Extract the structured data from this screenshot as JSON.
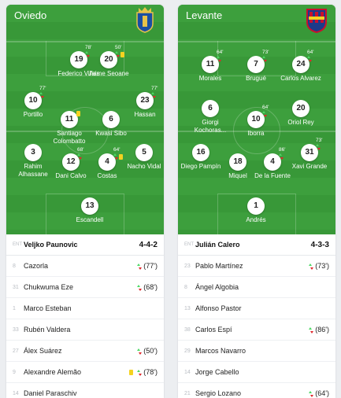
{
  "colors": {
    "pitch": "#3a9c3a",
    "yellow_card": "#f4d220",
    "sub_in": "#4cd964",
    "sub_out": "#e0262b"
  },
  "home": {
    "team": "Oviedo",
    "crest_icon": "oviedo-crest-icon",
    "coach_tag": "ENT",
    "coach": "Veljko Paunovic",
    "formation": "4-4-2",
    "players": [
      {
        "number": "19",
        "name": "Federico Viñas",
        "sub_min": "78'",
        "yellow": false
      },
      {
        "number": "20",
        "name": "Jaime Seoane",
        "sub_min": "50'",
        "yellow": true
      },
      {
        "number": "10",
        "name": "Portillo",
        "sub_min": "77'",
        "yellow": false
      },
      {
        "number": "11",
        "name": "Santiago Colombatto",
        "sub_min": "",
        "yellow": true
      },
      {
        "number": "6",
        "name": "Kwasi Sibo",
        "sub_min": "",
        "yellow": false
      },
      {
        "number": "23",
        "name": "Hassan",
        "sub_min": "77'",
        "yellow": false
      },
      {
        "number": "3",
        "name": "Rahim Alhassane",
        "sub_min": "",
        "yellow": false
      },
      {
        "number": "12",
        "name": "Dani Calvo",
        "sub_min": "68'",
        "yellow": false
      },
      {
        "number": "4",
        "name": "Costas",
        "sub_min": "64'",
        "yellow": true
      },
      {
        "number": "5",
        "name": "Nacho Vidal",
        "sub_min": "",
        "yellow": false
      },
      {
        "number": "13",
        "name": "Escandell",
        "sub_min": "",
        "yellow": false
      }
    ],
    "subs": [
      {
        "number": "8",
        "name": "Cazorla",
        "minute": "(77')",
        "yellow": false
      },
      {
        "number": "31",
        "name": "Chukwuma Eze",
        "minute": "(68')",
        "yellow": false
      },
      {
        "number": "1",
        "name": "Marco Esteban",
        "minute": "",
        "yellow": false
      },
      {
        "number": "33",
        "name": "Rubén Valdera",
        "minute": "",
        "yellow": false
      },
      {
        "number": "27",
        "name": "Álex Suárez",
        "minute": "(50')",
        "yellow": false
      },
      {
        "number": "9",
        "name": "Alexandre Alemão",
        "minute": "(78')",
        "yellow": true
      },
      {
        "number": "14",
        "name": "Daniel Paraschiv",
        "minute": "",
        "yellow": false
      }
    ]
  },
  "away": {
    "team": "Levante",
    "crest_icon": "levante-crest-icon",
    "coach_tag": "ENT",
    "coach": "Julián Calero",
    "formation": "4-3-3",
    "players": [
      {
        "number": "11",
        "name": "Morales",
        "sub_min": "64'",
        "yellow": false
      },
      {
        "number": "7",
        "name": "Brugué",
        "sub_min": "73'",
        "yellow": false
      },
      {
        "number": "24",
        "name": "Carlos Alvarez",
        "sub_min": "64'",
        "yellow": false
      },
      {
        "number": "6",
        "name": "Giorgi Kochoras...",
        "sub_min": "",
        "yellow": false
      },
      {
        "number": "10",
        "name": "Iborra",
        "sub_min": "64'",
        "yellow": false
      },
      {
        "number": "20",
        "name": "Oriol Rey",
        "sub_min": "",
        "yellow": false
      },
      {
        "number": "16",
        "name": "Diego Pampín",
        "sub_min": "",
        "yellow": false
      },
      {
        "number": "18",
        "name": "Miquel",
        "sub_min": "",
        "yellow": false
      },
      {
        "number": "4",
        "name": "De la Fuente",
        "sub_min": "86'",
        "yellow": false
      },
      {
        "number": "31",
        "name": "Xavi Grande",
        "sub_min": "73'",
        "yellow": false
      },
      {
        "number": "1",
        "name": "Andrés",
        "sub_min": "",
        "yellow": false
      }
    ],
    "subs": [
      {
        "number": "23",
        "name": "Pablo Martínez",
        "minute": "(73')",
        "yellow": false
      },
      {
        "number": "8",
        "name": "Ángel Algobia",
        "minute": "",
        "yellow": false
      },
      {
        "number": "13",
        "name": "Alfonso Pastor",
        "minute": "",
        "yellow": false
      },
      {
        "number": "38",
        "name": "Carlos Espí",
        "minute": "(86')",
        "yellow": false
      },
      {
        "number": "29",
        "name": "Marcos Navarro",
        "minute": "",
        "yellow": false
      },
      {
        "number": "14",
        "name": "Jorge Cabello",
        "minute": "",
        "yellow": false
      },
      {
        "number": "21",
        "name": "Sergio Lozano",
        "minute": "(64')",
        "yellow": false
      }
    ]
  }
}
